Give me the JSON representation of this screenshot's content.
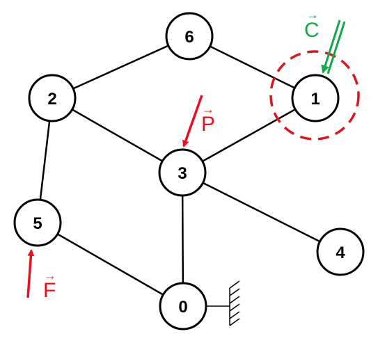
{
  "colors": {
    "node_fill": "#ffffff",
    "node_stroke": "#000000",
    "edge": "#000000",
    "force_red": "#e8101e",
    "couple_green": "#15a84a",
    "highlight_dashed": "#d9161c",
    "support": "#000000"
  },
  "nodes": [
    {
      "id": "node-0",
      "label": "0"
    },
    {
      "id": "node-1",
      "label": "1"
    },
    {
      "id": "node-2",
      "label": "2"
    },
    {
      "id": "node-3",
      "label": "3"
    },
    {
      "id": "node-4",
      "label": "4"
    },
    {
      "id": "node-5",
      "label": "5"
    },
    {
      "id": "node-6",
      "label": "6"
    }
  ],
  "edges": [
    [
      "6",
      "2"
    ],
    [
      "6",
      "1"
    ],
    [
      "2",
      "3"
    ],
    [
      "2",
      "5"
    ],
    [
      "1",
      "3"
    ],
    [
      "3",
      "4"
    ],
    [
      "3",
      "0"
    ],
    [
      "5",
      "0"
    ]
  ],
  "loads": {
    "P": {
      "label": "P",
      "arrow": "→",
      "color": "#e8101e",
      "target_node": "3"
    },
    "F": {
      "label": "F",
      "arrow": "→",
      "color": "#e8101e",
      "target_node": "5"
    },
    "C": {
      "label": "C",
      "arrow": "→",
      "color": "#15a84a",
      "target_node": "1"
    }
  },
  "support": {
    "type": "fixed",
    "node": "0",
    "icon": "ground-hatch-icon"
  },
  "highlight": {
    "node": "1",
    "style": "dashed-circle"
  }
}
